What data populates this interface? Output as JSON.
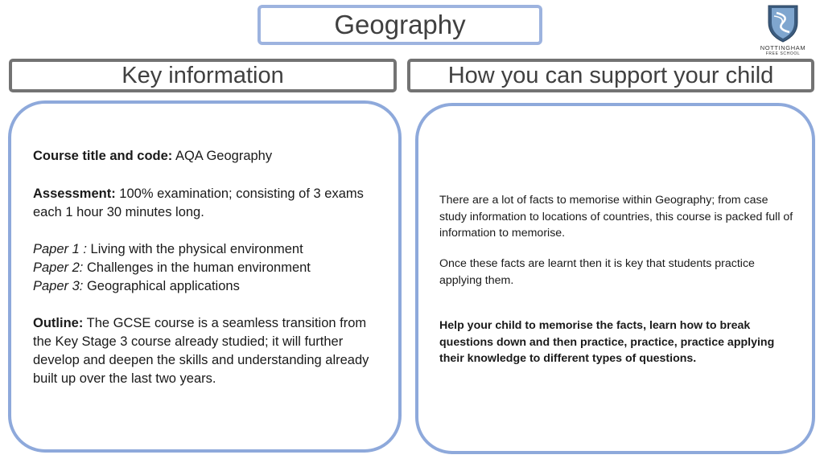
{
  "title": "Geography",
  "logo": {
    "name": "NOTTINGHAM",
    "sub": "FREE SCHOOL"
  },
  "headers": {
    "left": "Key information",
    "right": "How you can support your child"
  },
  "key_info": {
    "course_label": "Course title and code:",
    "course_value": " AQA Geography",
    "assessment_label": "Assessment:",
    "assessment_value": " 100% examination; consisting of 3 exams each 1 hour 30 minutes long.",
    "papers": [
      {
        "label": "Paper 1 :",
        "value": " Living with the physical environment"
      },
      {
        "label": "Paper 2:",
        "value": " Challenges in the human environment"
      },
      {
        "label": "Paper 3:",
        "value": " Geographical applications"
      }
    ],
    "outline_label": "Outline:",
    "outline_value": " The GCSE course is a seamless transition from the Key Stage 3 course already studied; it will further develop and deepen the skills and understanding already built up over the last two years."
  },
  "support": {
    "para1": "There are a lot of facts to memorise within Geography; from case study information to locations of countries, this course is packed full of information to memorise.",
    "para2": "Once these facts are learnt then it is key that students practice applying them.",
    "para3": "Help your child to memorise the facts, learn how to break questions down and then practice, practice, practice applying their knowledge to different types of questions."
  }
}
